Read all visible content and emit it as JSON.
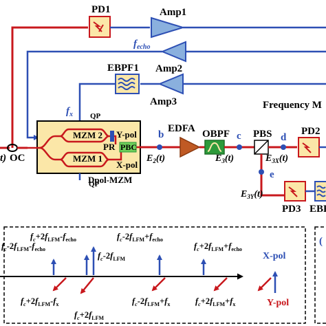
{
  "colors": {
    "red": "#c8181d",
    "blue": "#2d4fb4",
    "box_fill": "#fbe7a8",
    "edfa_fill": "#c05a24",
    "obpf_fill": "#2d9a3a"
  },
  "labels": {
    "pd1": "PD1",
    "amp1": "Amp1",
    "fecho": "f",
    "fecho_sub": "echo",
    "amp2": "Amp2",
    "ebpf1": "EBPF1",
    "amp3": "Amp3",
    "freq_m": "Frequency M",
    "fx": "f",
    "fx_sub": "x",
    "qp_top": "QP",
    "qp_bottom": "QP",
    "mzm2": "MZM 2",
    "mzm1": "MZM 1",
    "ypol": "Y-pol",
    "xpol": "X-pol",
    "pr": "PR",
    "pbc": "PBC",
    "dpol": "Dpol-MZM",
    "oc_prefix": "t)",
    "oc": "OC",
    "edfa": "EDFA",
    "obpf": "OBPF",
    "pbs": "PBS",
    "pd2": "PD2",
    "pd3": "PD3",
    "ebf": "EBF",
    "point_b": "b",
    "point_c": "c",
    "point_d": "d",
    "point_e": "e",
    "e2": "E",
    "e2_sub": "2",
    "e2_arg": "(t)",
    "e3": "E",
    "e3_sub": "3",
    "e3_arg": "(t)",
    "e3x": "E",
    "e3x_sub": "3X",
    "e3x_arg": "(t)",
    "e3y": "E",
    "e3y_sub": "3Y",
    "e3y_arg": "(t)"
  },
  "spectrum": {
    "top_labels": [
      {
        "main": "f",
        "sub": "c",
        "rest1": "-2",
        "f2": "f",
        "sub2": "LFM",
        "rest2": "-",
        "f3": "f",
        "sub3": "echo"
      },
      {
        "main": "f",
        "sub": "c",
        "rest1": "+2",
        "f2": "f",
        "sub2": "LFM",
        "rest2": "-",
        "f3": "f",
        "sub3": "echo"
      },
      {
        "main": "f",
        "sub": "c",
        "rest1": "-2",
        "f2": "f",
        "sub2": "LFM",
        "rest2": "+",
        "f3": "f",
        "sub3": "echo"
      },
      {
        "main": "f",
        "sub": "c",
        "rest1": "-2",
        "f2": "f",
        "sub2": "LFM",
        "rest2": "",
        "f3": "",
        "sub3": ""
      },
      {
        "main": "f",
        "sub": "c",
        "rest1": "+2",
        "f2": "f",
        "sub2": "LFM",
        "rest2": "+",
        "f3": "f",
        "sub3": "echo"
      }
    ],
    "bottom_labels": [
      {
        "main": "f",
        "sub": "c",
        "rest1": "+2",
        "f2": "f",
        "sub2": "LFM",
        "rest2": "-",
        "f3": "f",
        "sub3": "x"
      },
      {
        "main": "f",
        "sub": "c",
        "rest1": "+2",
        "f2": "f",
        "sub2": "LFM",
        "rest2": "",
        "f3": "",
        "sub3": ""
      },
      {
        "main": "f",
        "sub": "c",
        "rest1": "-2",
        "f2": "f",
        "sub2": "LFM",
        "rest2": "+",
        "f3": "f",
        "sub3": "x"
      },
      {
        "main": "f",
        "sub": "c",
        "rest1": "+2",
        "f2": "f",
        "sub2": "LFM",
        "rest2": "+",
        "f3": "f",
        "sub3": "x"
      }
    ],
    "legend_xpol": "X-pol",
    "legend_ypol": "Y-pol"
  }
}
